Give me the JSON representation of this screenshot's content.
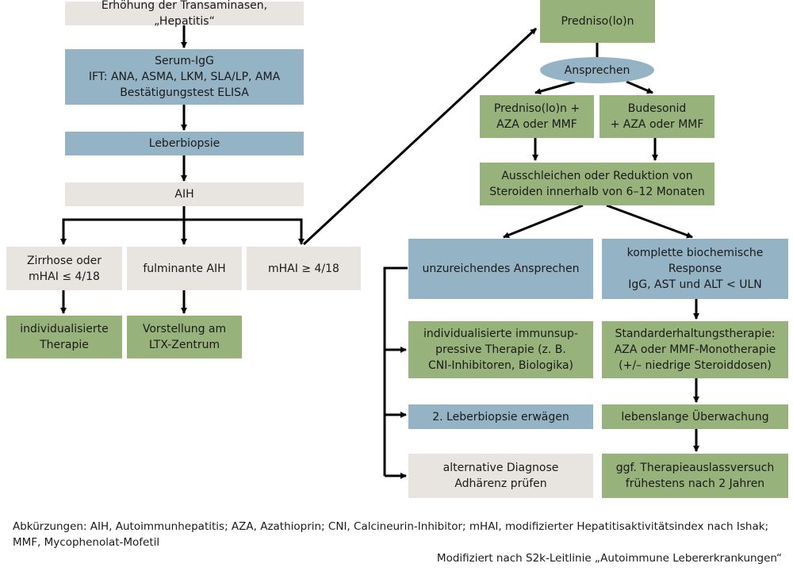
{
  "left_column": {
    "elevation": "Erhöhung der Transaminasen, „Hepatitis“",
    "serology": "Serum-IgG\nIFT: ANA, ASMA, LKM, SLA/LP, AMA\nBestätigungstest ELISA",
    "biopsy": "Leberbiopsie",
    "aih": "AIH",
    "cirrhosis": "Zirrhose oder\nmHAI ≤ 4/18",
    "fulminant": "fulminante AIH",
    "mhai_high": "mHAI ≥ 4/18",
    "individualized": "individualisierte\nTherapie",
    "ltx": "Vorstellung am\nLTX-Zentrum"
  },
  "right_column": {
    "prednisolone": "Predniso(lo)n",
    "response": "Ansprechen",
    "pred_aza": "Predniso(lo)n +\nAZA oder MMF",
    "budesonide": "Budesonid\n+ AZA oder MMF",
    "taper": "Ausschleichen oder Reduktion von\nSteroiden innerhalb von 6–12 Monaten",
    "insufficient": "unzureichendes Ansprechen",
    "complete": "komplette biochemische\nResponse\nIgG, AST und ALT < ULN",
    "immunosuppressive": "individualisierte immunsup-\npressive Therapie (z. B.\nCNI-Inhibitoren, Biologika)",
    "second_biopsy": "2. Leberbiopsie erwägen",
    "alternative": "alternative Diagnose\nAdhärenz prüfen",
    "maintenance": "Standarderhaltungstherapie:\nAZA oder MMF-Monotherapie\n(+/– niedrige Steroiddosen)",
    "monitoring": "lebenslange Überwachung",
    "withdrawal": "ggf. Therapieauslassversuch\nfrühestens nach 2 Jahren"
  },
  "footer": {
    "abbreviations": "Abkürzungen: AIH, Autoimmunhepatitis; AZA, Azathioprin; CNI, Calcineurin-Inhibitor; mHAI, modifizierter Hepatitisaktivitätsindex nach Ishak;\nMMF, Mycophenolat-Mofetil",
    "source": "Modifiziert nach S2k-Leitlinie „Autoimmune Lebererkrankungen“"
  },
  "colors": {
    "grey": "#e8e4df",
    "blue": "#94b3c4",
    "green": "#97b27a",
    "line": "#000000"
  }
}
